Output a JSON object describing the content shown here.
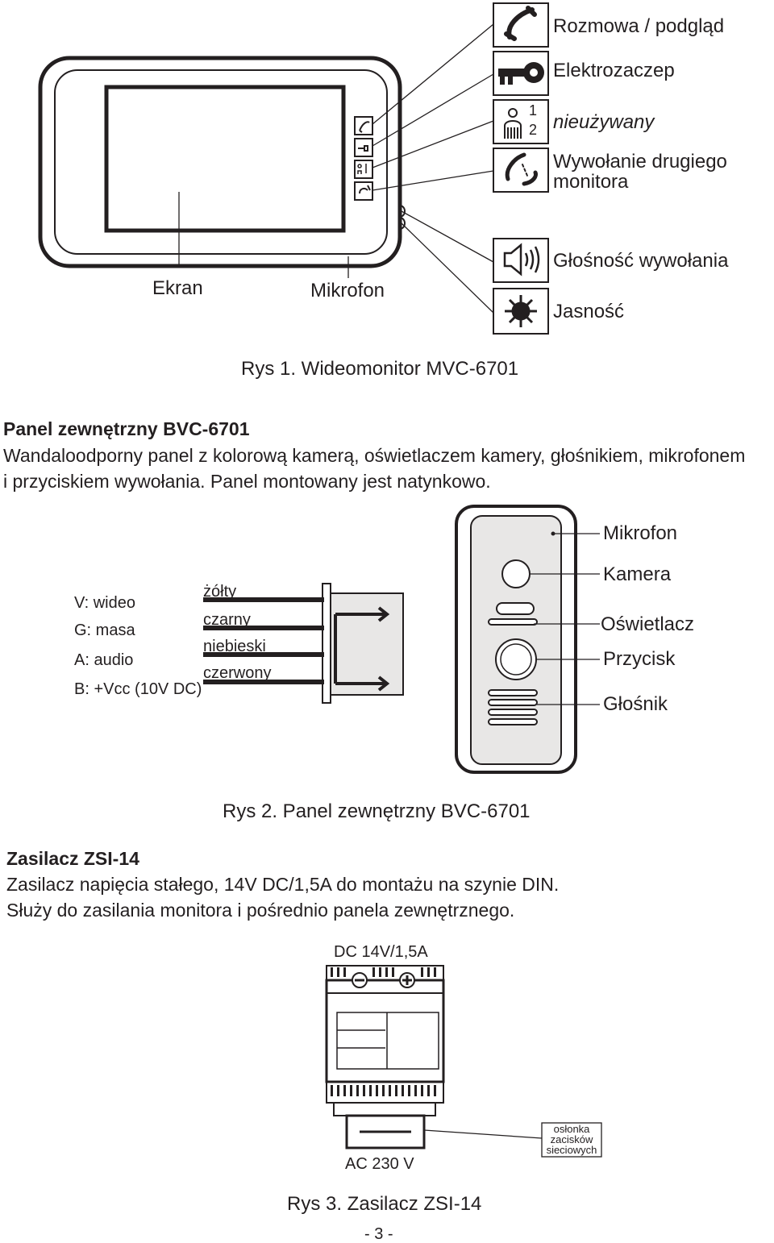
{
  "fig1": {
    "caption": "Rys 1. Wideomonitor MVC-6701",
    "labels": {
      "talk": "Rozmowa / podgląd",
      "lock": "Elektrozaczep",
      "unused": "nieużywany",
      "second_monitor_1": "Wywołanie drugiego",
      "second_monitor_2": "monitora",
      "volume": "Głośność wywołania",
      "brightness": "Jasność",
      "screen": "Ekran",
      "mic": "Mikrofon"
    },
    "icon_digits": {
      "one": "1",
      "two": "2"
    },
    "icons": [
      "handset-icon",
      "key-icon",
      "intercom-12-icon",
      "call-forward-icon",
      "speaker-icon",
      "sun-icon"
    ]
  },
  "section_panel": {
    "heading": "Panel zewnętrzny BVC-6701",
    "line1": "Wandaloodporny panel z kolorową kamerą, oświetlaczem kamery, głośnikiem, mikrofonem",
    "line2": "i przyciskiem wywołania. Panel montowany jest natynkowo."
  },
  "fig2": {
    "caption": "Rys 2. Panel zewnętrzny BVC-6701",
    "terminals": [
      "V: wideo",
      "G: masa",
      "A: audio",
      "B: +Vcc (10V DC)"
    ],
    "wires": [
      "żółty",
      "czarny",
      "niebieski",
      "czerwony"
    ],
    "labels": {
      "mic": "Mikrofon",
      "camera": "Kamera",
      "illuminator": "Oświetlacz",
      "button": "Przycisk",
      "speaker": "Głośnik"
    }
  },
  "section_psu": {
    "heading": "Zasilacz ZSI-14",
    "line1": "Zasilacz napięcia stałego, 14V DC/1,5A do montażu na szynie DIN.",
    "line2": "Służy do zasilania monitora i pośrednio panela zewnętrznego."
  },
  "fig3": {
    "caption": "Rys 3. Zasilacz ZSI-14",
    "dc_label": "DC 14V/1,5A",
    "ac_label": "AC 230 V",
    "cover_label_1": "osłonka",
    "cover_label_2": "zacisków",
    "cover_label_3": "sieciowych"
  },
  "page_number": "- 3 -"
}
